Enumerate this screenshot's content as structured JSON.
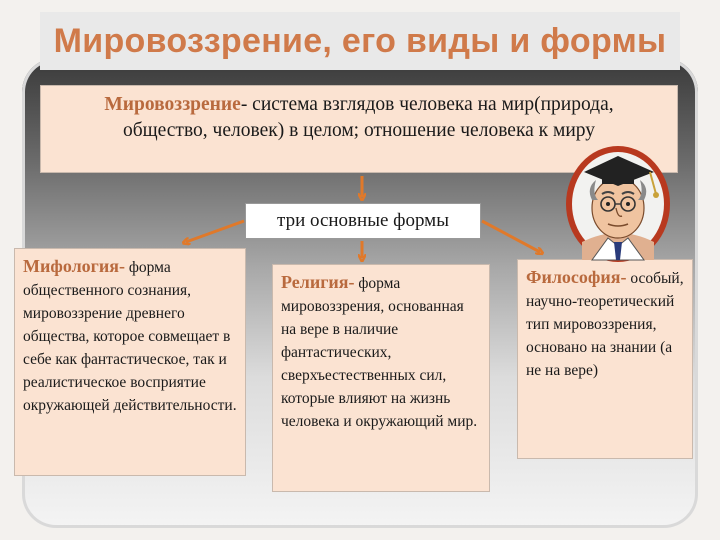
{
  "title": "Мировоззрение, его виды и формы",
  "definition": {
    "term": "Мировоззрение",
    "text": "- система взглядов человека на мир(природа, общество, человек) в целом; отношение человека к миру"
  },
  "three_forms_label": "три основные формы",
  "forms": [
    {
      "term": "Мифология-",
      "text": " форма общественного сознания, мировоззрение древнего общества, которое совмещает в себе как фантастическое, так и реалистическое восприятие окружающей действительности."
    },
    {
      "term": "Религия-",
      "text": " форма мировоззрения, основанная на вере в наличие фантастических, сверхъестественных сил, которые влияют на жизнь человека и окружающий мир."
    },
    {
      "term": "Философия-",
      "text": " особый, научно-теоретический тип мировоззрения, основано на знании (а не на вере)"
    }
  ],
  "colors": {
    "accent": "#d07a4a",
    "arrow": "#e0792a",
    "box_fill": "#fbe3d2"
  },
  "icons": {
    "portrait": "professor-portrait-icon"
  }
}
